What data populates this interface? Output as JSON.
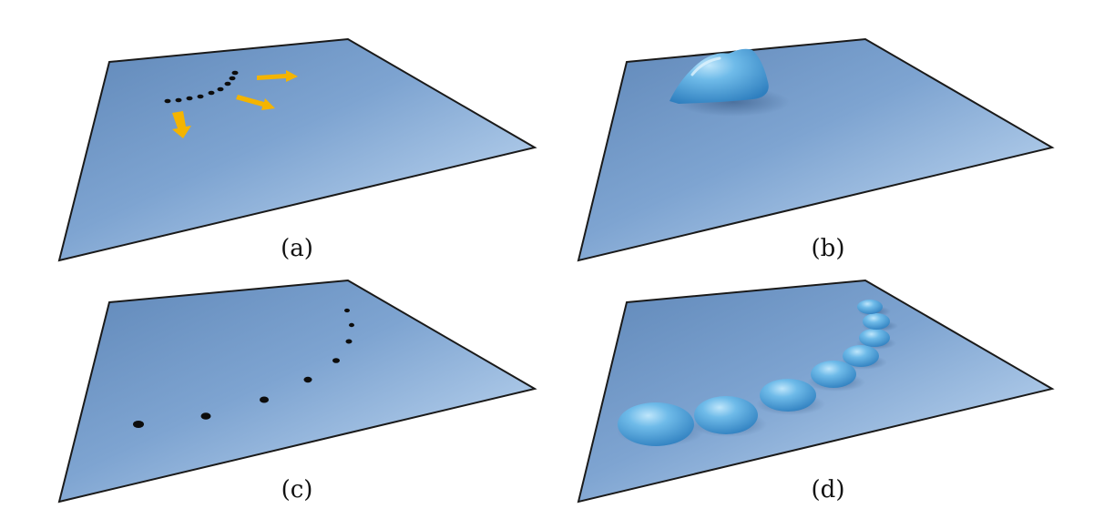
{
  "figure": {
    "panels": [
      {
        "id": "a",
        "label": "(a)",
        "content": "dots-with-arrows"
      },
      {
        "id": "b",
        "label": "(b)",
        "content": "single-droplet"
      },
      {
        "id": "c",
        "label": "(c)",
        "content": "spread-dots"
      },
      {
        "id": "d",
        "label": "(d)",
        "content": "droplet-chain"
      }
    ],
    "colors": {
      "surface_light": "#a9c6e6",
      "surface_mid": "#7ea4d1",
      "surface_dark": "#4f78a8",
      "edge": "#1a1a1a",
      "dot": "#0d0d0d",
      "arrow": "#f4b400",
      "droplet": "#4aa3df",
      "droplet_highlight": "#bfe6fb"
    }
  }
}
